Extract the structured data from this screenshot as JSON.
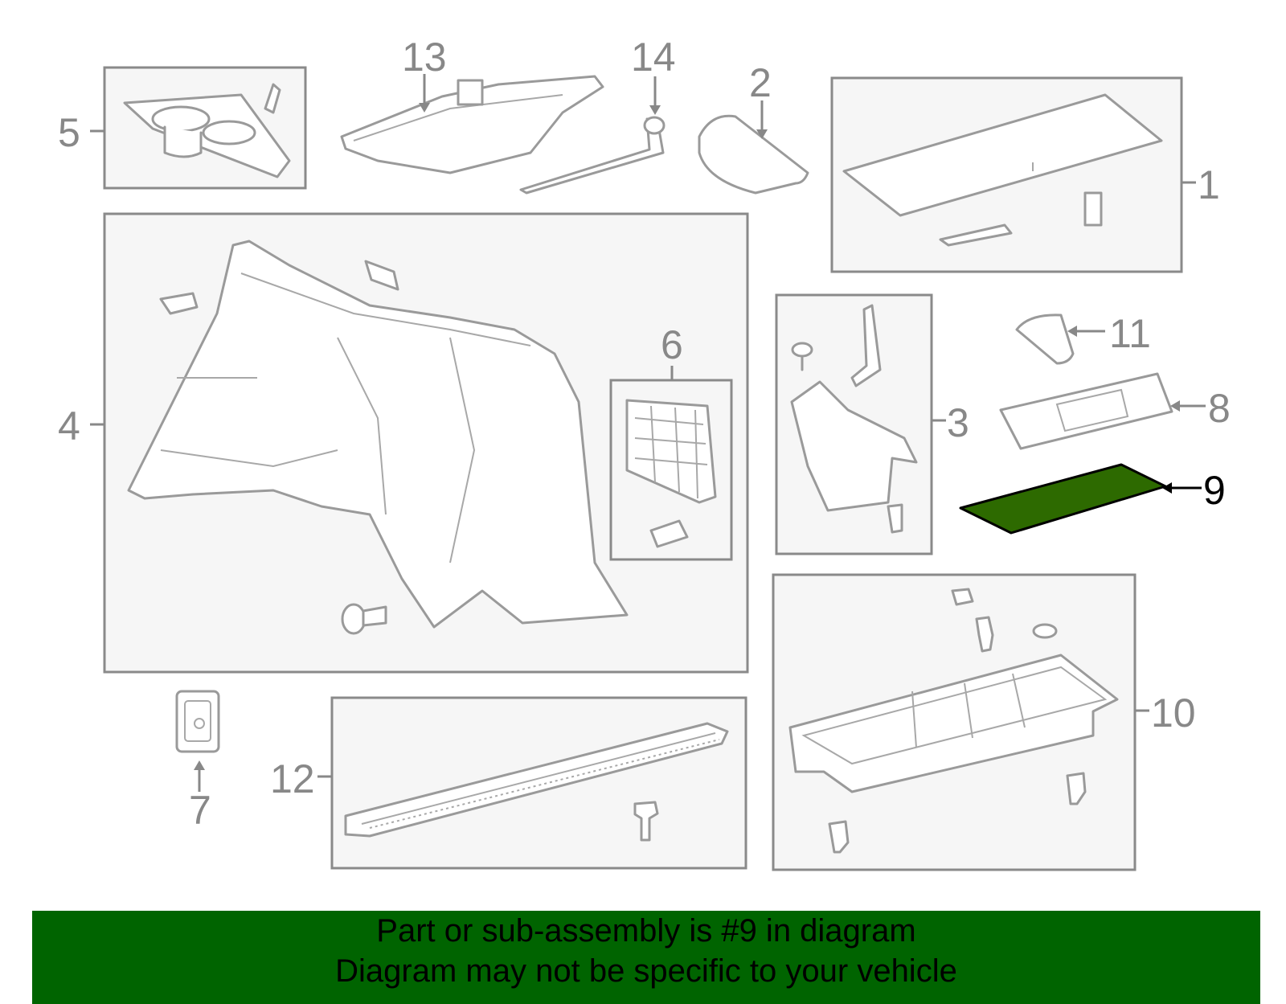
{
  "callouts": {
    "c1": "1",
    "c2": "2",
    "c3": "3",
    "c4": "4",
    "c5": "5",
    "c6": "6",
    "c7": "7",
    "c8": "8",
    "c9": "9",
    "c10": "10",
    "c11": "11",
    "c12": "12",
    "c13": "13",
    "c14": "14"
  },
  "highlight": {
    "part": "9",
    "color": "#006400"
  },
  "banner": {
    "line1": "Part or sub-assembly is #9 in diagram",
    "line2": "Diagram may not be specific to your vehicle",
    "color": "#006400"
  }
}
